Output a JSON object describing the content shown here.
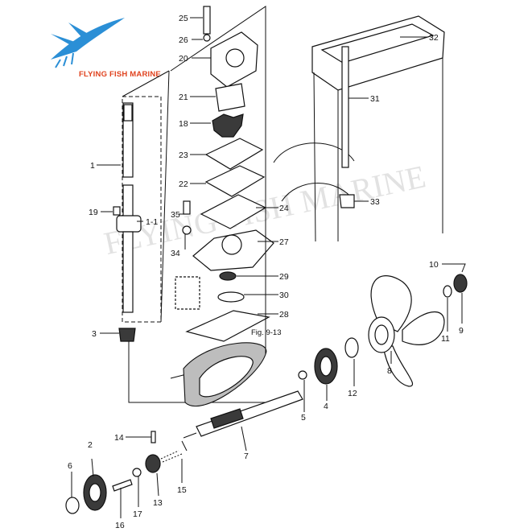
{
  "brand": {
    "name": "FLYING FISH MARINE",
    "accent_color": "#e0431f",
    "logo_color": "#2b8fd6",
    "logo_icon": "flying-fish-icon"
  },
  "watermark": "FLYING FISH MARINE",
  "figure_ref": "Fig. 9-13",
  "labels": {
    "p1": "1",
    "p1_1": "1-1",
    "p2": "2",
    "p3": "3",
    "p4": "4",
    "p5": "5",
    "p6": "6",
    "p7": "7",
    "p8": "8",
    "p9": "9",
    "p10": "10",
    "p11": "11",
    "p12": "12",
    "p13": "13",
    "p14": "14",
    "p15": "15",
    "p16": "16",
    "p17": "17",
    "p18": "18",
    "p19": "19",
    "p20": "20",
    "p21": "21",
    "p22": "22",
    "p23": "23",
    "p24": "24",
    "p25": "25",
    "p26": "26",
    "p27": "27",
    "p28": "28",
    "p29": "29",
    "p30": "30",
    "p31": "31",
    "p32": "32",
    "p33": "33",
    "p34": "34",
    "p35": "35"
  }
}
